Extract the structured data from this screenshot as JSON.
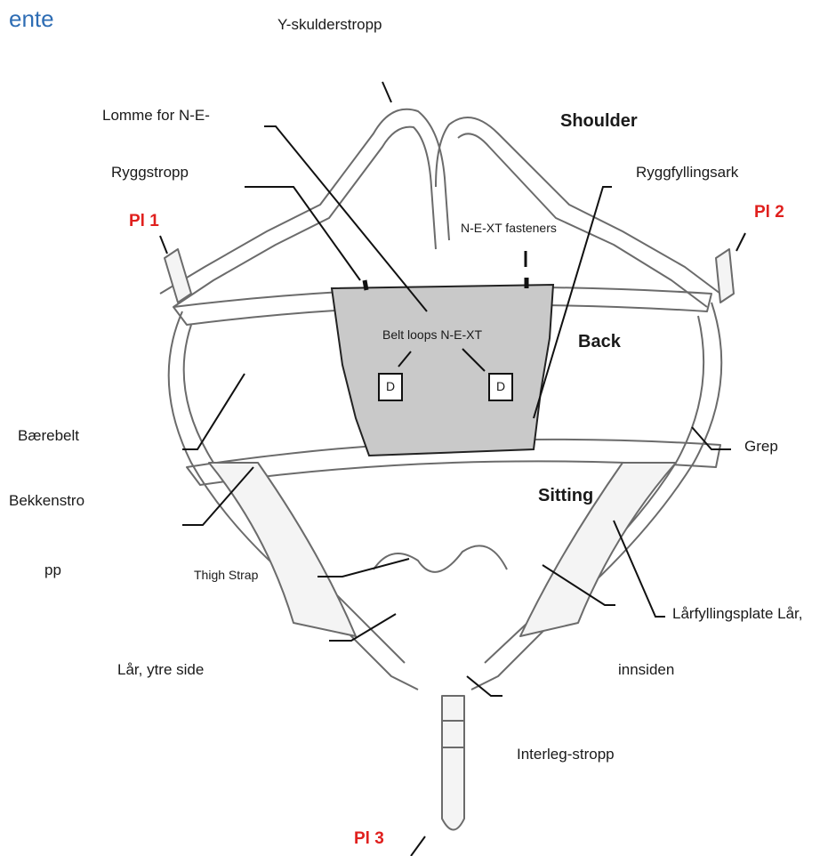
{
  "header": {
    "partial_title": "ente"
  },
  "labels": {
    "y_shoulder_strap": "Y-skulderstropp",
    "pocket": "Lomme for N-E-",
    "back_strap": "Ryggstropp",
    "pl1": "Pl 1",
    "pl2": "Pl 2",
    "pl3": "Pl 3",
    "back_filling": "Ryggfyllingsark",
    "carry_belt": "Bærebelt",
    "pelvic_strap_a": "Bekkenstro",
    "pelvic_strap_b": "pp",
    "grip": "Grep",
    "thigh_filling": "Lårfyllingsplate Lår,",
    "inside": "innsiden",
    "thigh_outer": "Lår, ytre side",
    "interleg": "Interleg-stropp"
  },
  "diagram": {
    "shoulder": "Shoulder",
    "back": "Back",
    "sitting": "Sitting",
    "fasteners": "N-E-XT fasteners",
    "belt_loops": "Belt loops N-E-XT",
    "loop_letter": "D",
    "thigh_strap": "Thigh Strap"
  },
  "colors": {
    "accent_red": "#e0201e",
    "header_blue": "#2e6db4",
    "pocket_gray": "#c9c9c9"
  }
}
